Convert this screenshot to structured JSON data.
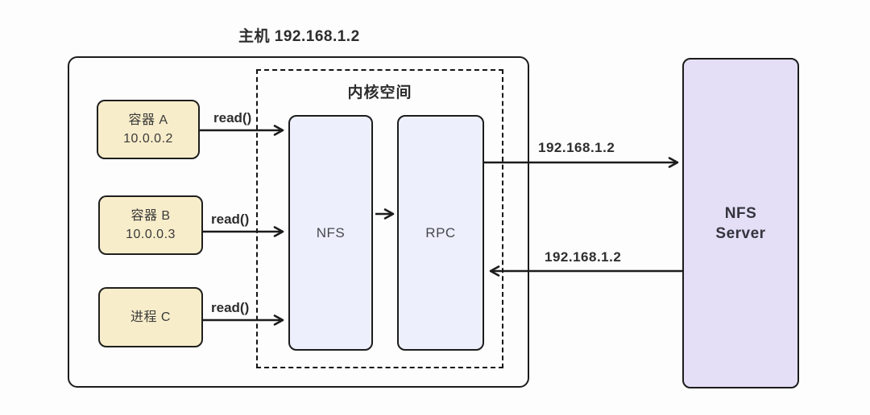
{
  "title": "主机 192.168.1.2",
  "host": {
    "kernel": {
      "label": "内核空间",
      "nfs_label": "NFS",
      "rpc_label": "RPC"
    },
    "clients": [
      {
        "name": "容器 A",
        "ip": "10.0.0.2",
        "call": "read()"
      },
      {
        "name": "容器 B",
        "ip": "10.0.0.3",
        "call": "read()"
      },
      {
        "name": "进程 C",
        "ip": "",
        "call": "read()"
      }
    ]
  },
  "server": {
    "title_line1": "NFS",
    "title_line2": "Server"
  },
  "links": {
    "to_server_ip": "192.168.1.2",
    "from_server_ip": "192.168.1.2"
  },
  "colors": {
    "client_fill": "#f8edca",
    "kernel_module_fill": "#edf0fc",
    "server_fill": "#e4dff6",
    "line": "#1c1c1c"
  }
}
